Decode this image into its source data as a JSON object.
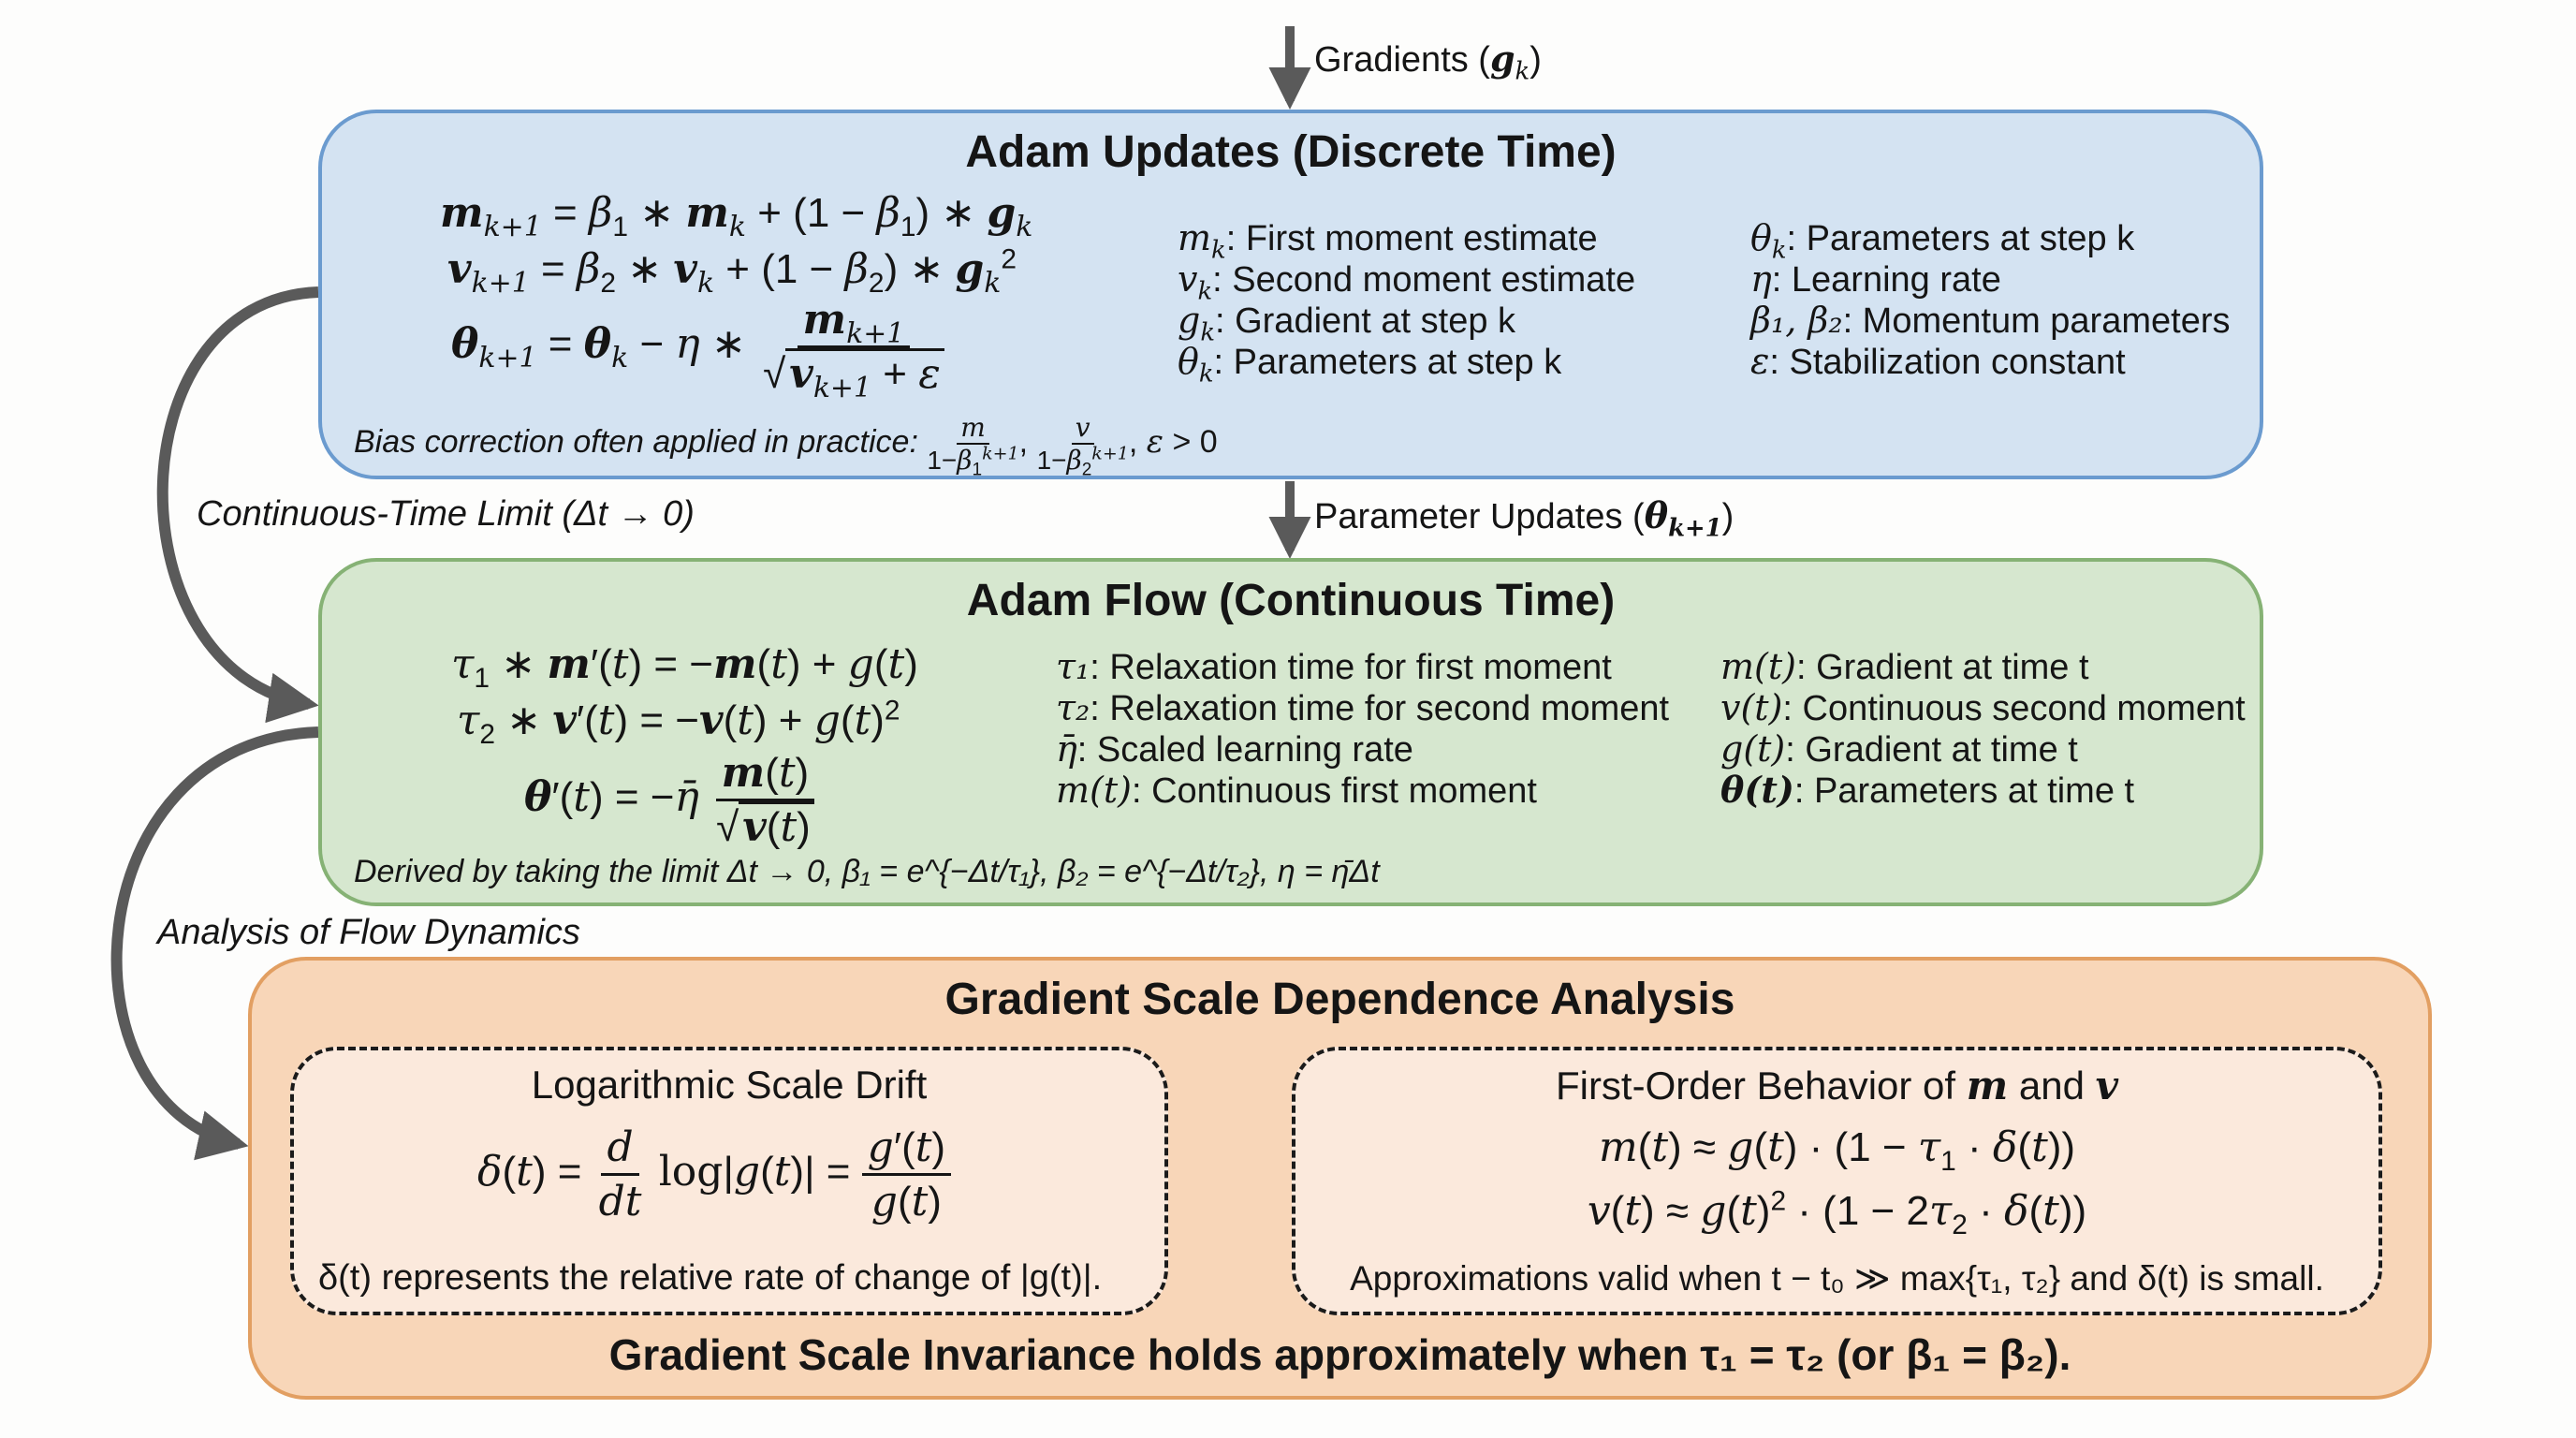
{
  "flow_labels": {
    "gradients_in": "Gradients (",
    "gradients_sym": "g",
    "gradients_sub": "k",
    "param_updates": "Parameter Updates (",
    "param_sym": "θ",
    "param_sub": "k+1",
    "continuous_limit": "Continuous-Time Limit (Δt → 0)",
    "analysis": "Analysis of Flow Dynamics"
  },
  "adam_updates": {
    "title": "Adam Updates (Discrete Time)",
    "equations": [
      "m_{k+1} = β₁ * m_k + (1 − β₁) * g_k",
      "v_{k+1} = β₂ * v_k + (1 − β₂) * g_k²",
      "θ_{k+1} = θ_k − η * m_{k+1} / √(v_{k+1} + ε)"
    ],
    "legend_left": [
      {
        "sym": "m",
        "sub": "k",
        "text": ": First moment estimate"
      },
      {
        "sym": "v",
        "sub": "k",
        "text": ": Second moment estimate"
      },
      {
        "sym": "g",
        "sub": "k",
        "text": ": Gradient at step k"
      },
      {
        "sym": "θ",
        "sub": "k",
        "text": ": Parameters at step k"
      }
    ],
    "legend_right": [
      {
        "sym": "θ",
        "sub": "k",
        "text": ": Parameters at step k"
      },
      {
        "sym": "η",
        "sub": "",
        "text": ": Learning rate"
      },
      {
        "sym": "β₁, β₂",
        "sub": "",
        "text": ": Momentum parameters"
      },
      {
        "sym": "ε",
        "sub": "",
        "text": ": Stabilization constant"
      }
    ],
    "note": "Bias correction often applied in practice:",
    "note_math": "m/(1−β₁^{k+1}), v/(1−β₂^{k+1}), ε > 0"
  },
  "adam_flow": {
    "title": "Adam Flow (Continuous Time)",
    "equations": [
      "τ₁ * m′(t) = −m(t) + g(t)",
      "τ₂ * v′(t) = −v(t) + g(t)²",
      "θ′(t) = −η̄ m(t) / √v(t)"
    ],
    "legend_left": [
      {
        "sym": "τ₁",
        "text": ": Relaxation time for first moment"
      },
      {
        "sym": "τ₂",
        "text": ": Relaxation time for second moment"
      },
      {
        "sym": "η̄",
        "text": ": Scaled learning rate"
      },
      {
        "sym": "m(t)",
        "text": ": Continuous first moment"
      }
    ],
    "legend_right": [
      {
        "sym": "m(t)",
        "text": ": Gradient at time t"
      },
      {
        "sym": "v(t)",
        "text": ": Continuous second moment"
      },
      {
        "sym": "g(t)",
        "text": ": Gradient at time t"
      },
      {
        "sym": "θ(t)",
        "text": ": Parameters at time t"
      }
    ],
    "note": "Derived by taking the limit Δt → 0, β₁ = e^{−Δt/τ₁}, β₂ = e^{−Δt/τ₂}, η = η̄Δt"
  },
  "gradient_scale": {
    "title": "Gradient Scale Dependence Analysis",
    "left_panel": {
      "title": "Logarithmic Scale Drift",
      "equation": "δ(t) = d/dt log|g(t)| = g′(t)/g(t)",
      "note": "δ(t) represents the relative rate of change of |g(t)|."
    },
    "right_panel": {
      "title": "First-Order Behavior of m and v",
      "equations": [
        "m(t) ≈ g(t) · (1 − τ₁ · δ(t))",
        "v(t) ≈ g(t)² · (1 − 2τ₂ · δ(t))"
      ],
      "note": "Approximations valid when t − t₀ ≫ max{τ₁, τ₂} and δ(t) is small."
    },
    "conclusion": "Gradient Scale Invariance holds approximately when τ₁ = τ₂ (or β₁ = β₂)."
  },
  "colors": {
    "blue_fill": "#d4e3f2",
    "blue_border": "#6b9bcf",
    "green_fill": "#d6e7cf",
    "green_border": "#86b275",
    "orange_fill": "#f8d6b8",
    "orange_border": "#e29f62",
    "arrow": "#5a5a5a",
    "inner_arrow": "#b9bcbf"
  }
}
